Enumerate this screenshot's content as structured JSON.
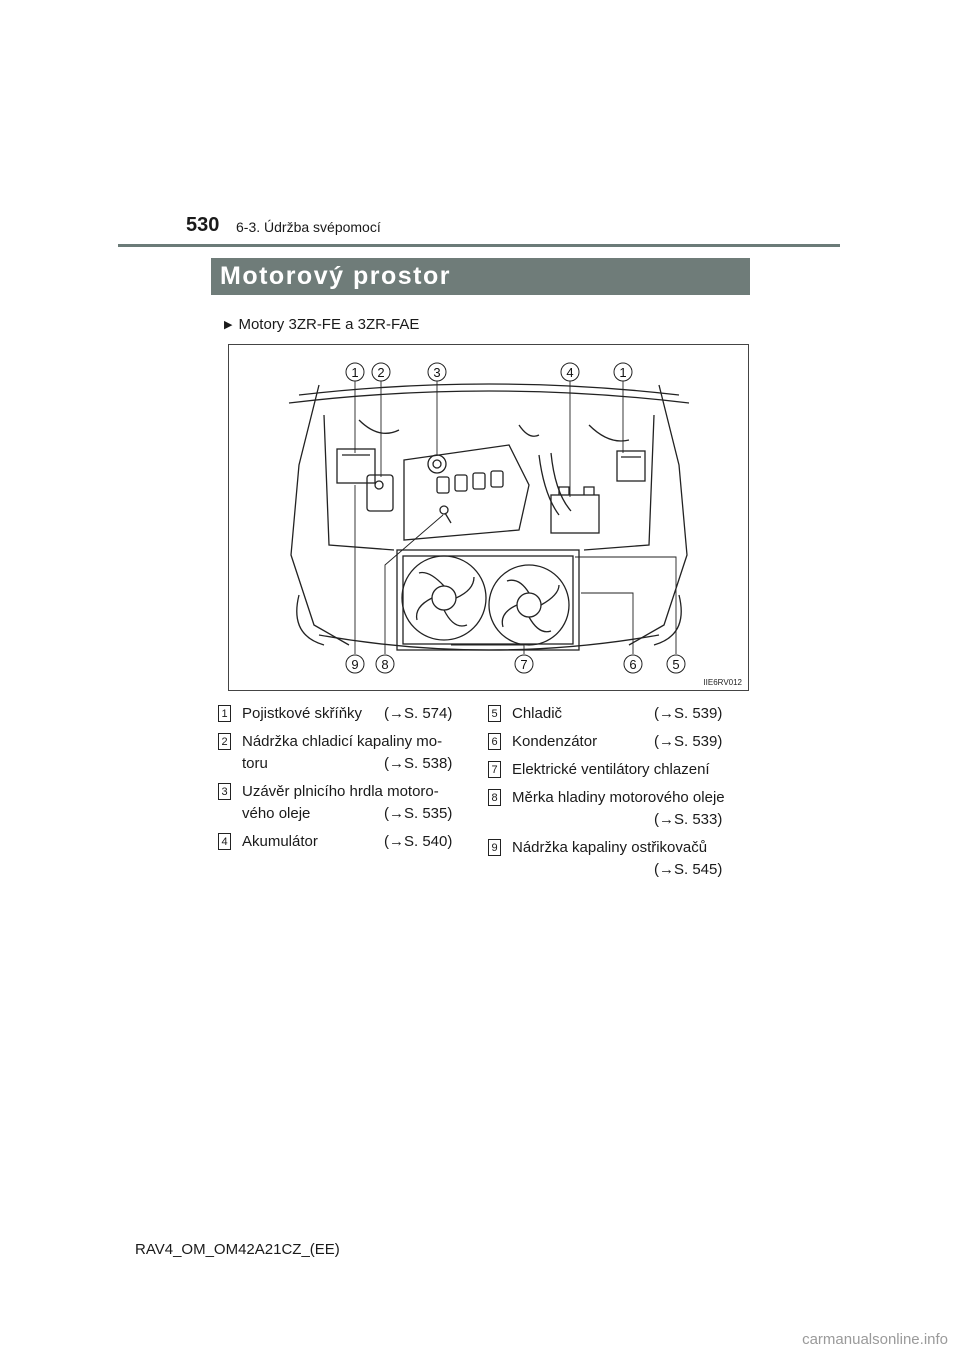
{
  "header": {
    "page_number": "530",
    "section": "6-3. Údržba svépomocí"
  },
  "title": "Motorový prostor",
  "subheading": "Motory 3ZR-FE a 3ZR-FAE",
  "figure": {
    "id": "IIE6RV012",
    "callouts_top": [
      "1",
      "2",
      "3",
      "4",
      "1"
    ],
    "callouts_bottom": [
      "9",
      "8",
      "7",
      "6",
      "5"
    ]
  },
  "legend_left": [
    {
      "num": "1",
      "lines": [
        "Pojistkové skříňky"
      ],
      "ref": "(→S. 574)"
    },
    {
      "num": "2",
      "lines": [
        "Nádržka chladicí kapaliny mo-",
        "toru"
      ],
      "ref": "(→S. 538)"
    },
    {
      "num": "3",
      "lines": [
        "Uzávěr plnicího hrdla motoro-",
        "vého oleje"
      ],
      "ref": "(→S. 535)"
    },
    {
      "num": "4",
      "lines": [
        "Akumulátor"
      ],
      "ref": "(→S. 540)"
    }
  ],
  "legend_right": [
    {
      "num": "5",
      "lines": [
        "Chladič"
      ],
      "ref": "(→S. 539)"
    },
    {
      "num": "6",
      "lines": [
        "Kondenzátor"
      ],
      "ref": "(→S. 539)"
    },
    {
      "num": "7",
      "lines": [
        "Elektrické ventilátory chlazení"
      ],
      "ref": ""
    },
    {
      "num": "8",
      "lines": [
        "Měrka hladiny motorového oleje"
      ],
      "ref": "(→S. 533)"
    },
    {
      "num": "9",
      "lines": [
        "Nádržka kapaliny ostřikovačů"
      ],
      "ref": "(→S. 545)"
    }
  ],
  "footer": {
    "code": "RAV4_OM_OM42A21CZ_(EE)",
    "watermark": "carmanualsonline.info"
  }
}
